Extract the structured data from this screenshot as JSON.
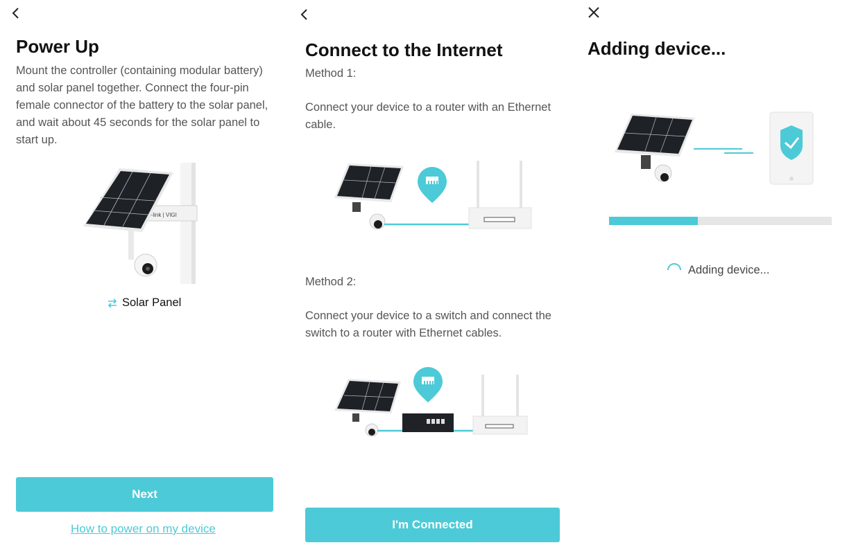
{
  "screens": [
    {
      "nav_icon": "back-chevron-icon",
      "title": "Power Up",
      "description": "Mount the controller (containing modular battery) and solar panel together. Connect the four-pin female connector of the battery to the solar panel, and wait about 45 seconds for the solar panel to start up.",
      "illustration_caption": "Solar Panel",
      "caption_icon": "swap-arrows-icon",
      "controller_label": "tp-link | VIGI",
      "primary_button": "Next",
      "help_link": "How to power on my device"
    },
    {
      "nav_icon": "back-chevron-icon",
      "title": "Connect to the Internet",
      "method1_label": "Method 1:",
      "method1_text": "Connect your device to a router with an Ethernet cable.",
      "method2_label": "Method 2:",
      "method2_text": "Connect your device to a switch and connect the switch to a router with Ethernet cables.",
      "primary_button": "I'm Connected"
    },
    {
      "nav_icon": "close-icon",
      "title": "Adding device...",
      "progress": 0.4,
      "status_text": "Adding device..."
    }
  ],
  "colors": {
    "accent": "#4dcad7",
    "text_dark": "#111111",
    "text_muted": "#555555",
    "track": "#e6e6e6"
  }
}
